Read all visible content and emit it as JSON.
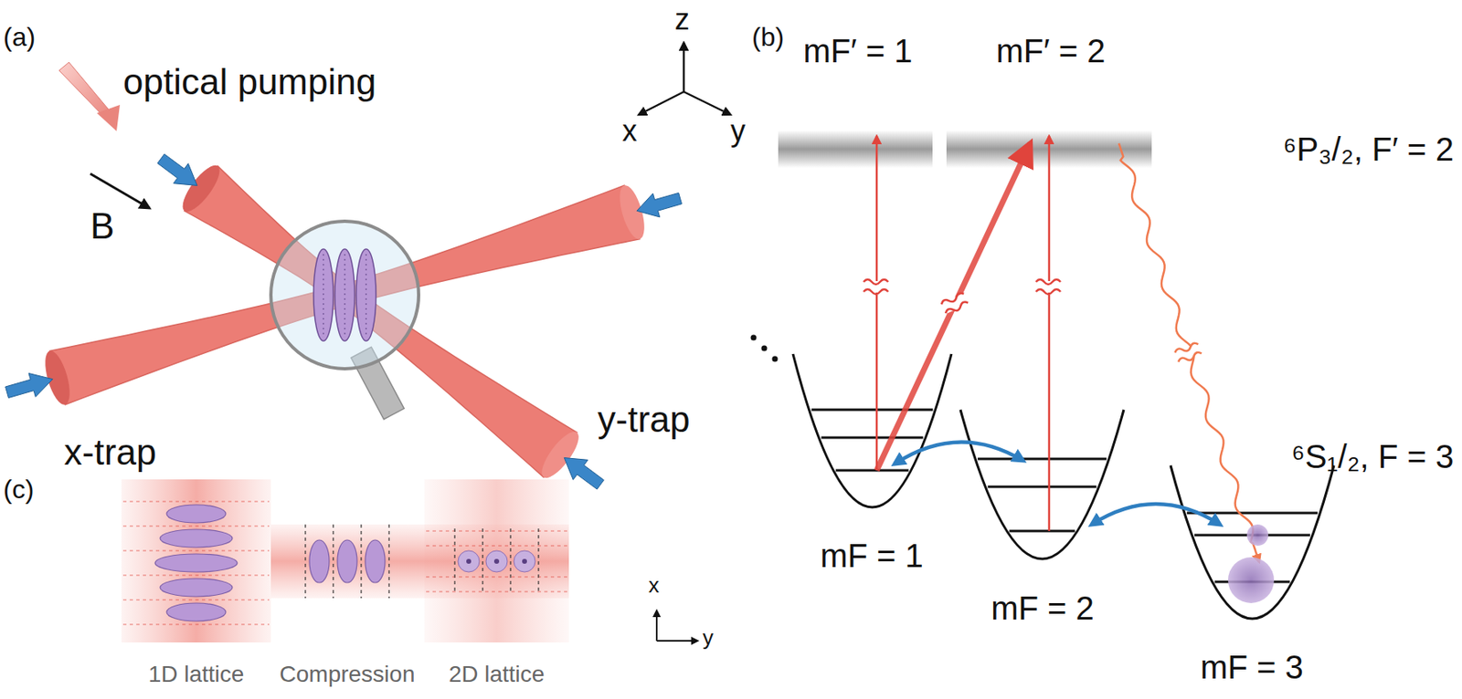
{
  "diagram": {
    "labels": [
      "(a)",
      "optical pumping",
      "B",
      "z",
      "x",
      "y",
      "x-trap",
      "y-trap",
      "(b)",
      "mF′ = 1",
      "mF′ = 2",
      "⁶P₃/₂, F′ = 2",
      "mF = 1",
      "mF = 2",
      "⁶S₁/₂, F = 3",
      "mF = 3",
      "(c)",
      "1D lattice",
      "Compression",
      "2D lattice",
      "x",
      "y"
    ]
  }
}
